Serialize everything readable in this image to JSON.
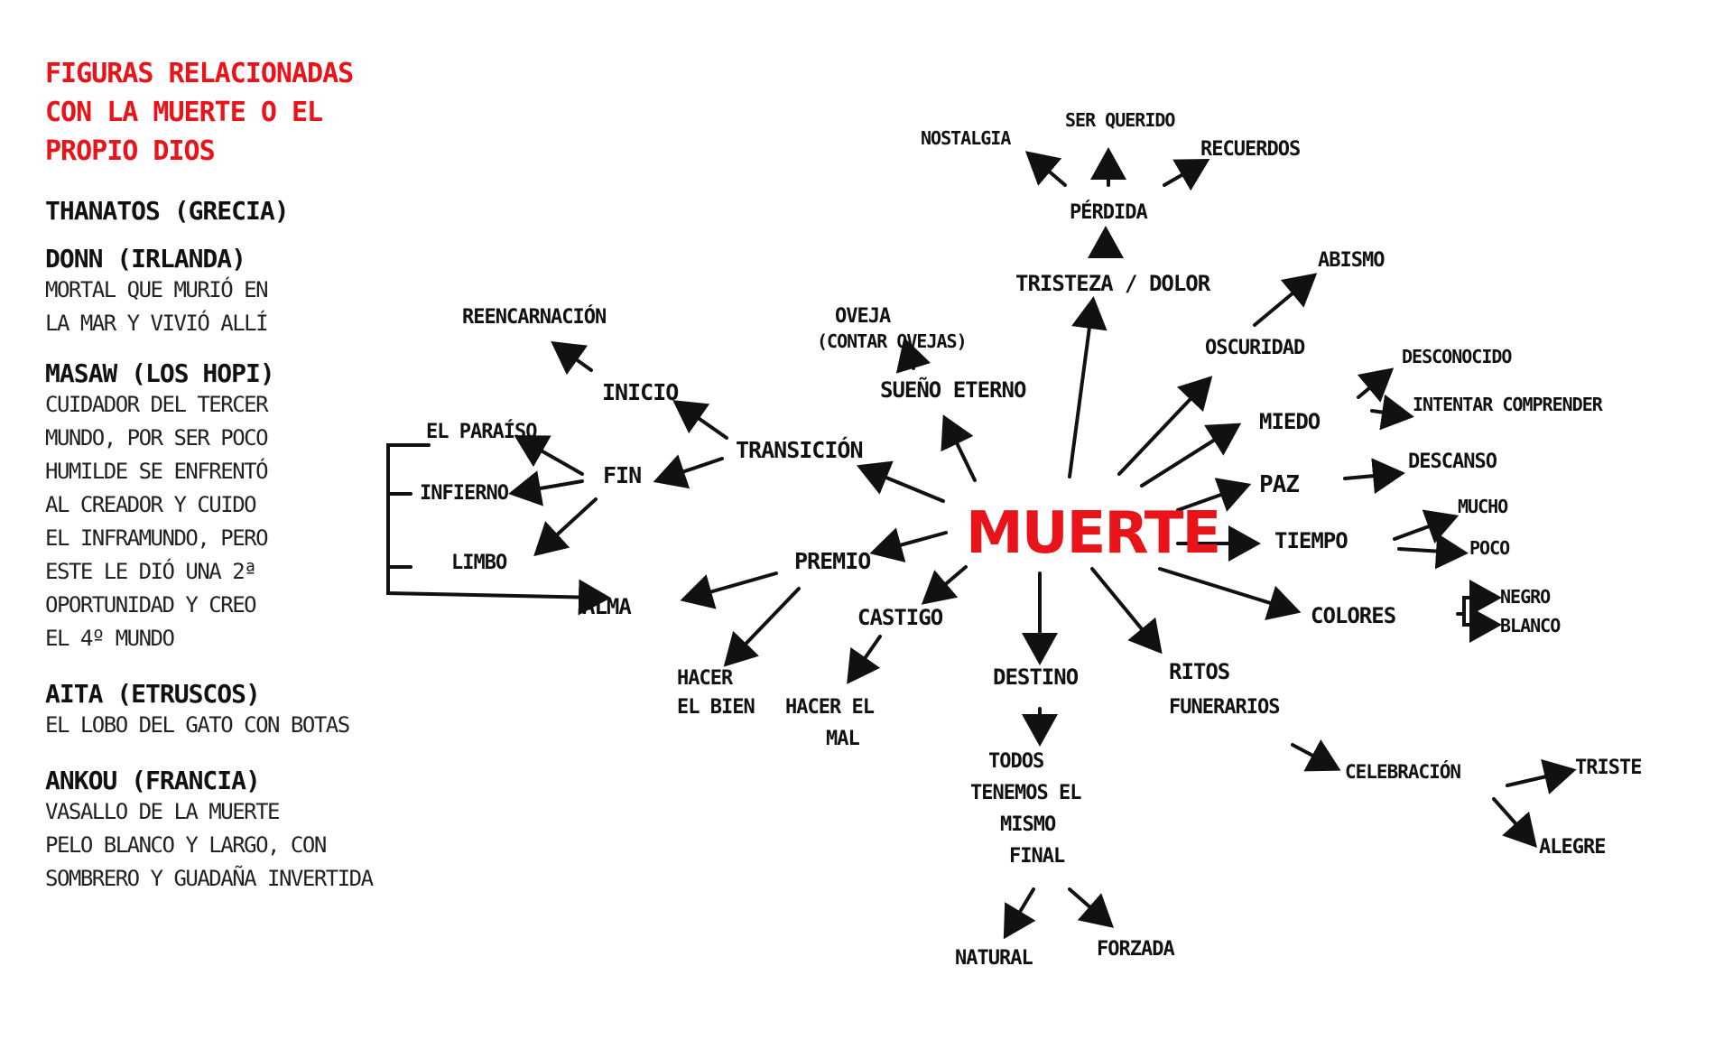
{
  "sidebar": {
    "heading": [
      "FIGURAS RELACIONADAS",
      "CON LA MUERTE O EL",
      "PROPIO DIOS"
    ],
    "figures": [
      {
        "name": "THANATOS (GRECIA)",
        "desc": []
      },
      {
        "name": "DONN (IRLANDA)",
        "desc": [
          "MORTAL QUE MURIÓ EN",
          "LA MAR Y VIVIÓ ALLÍ"
        ]
      },
      {
        "name": "MASAW (LOS HOPI)",
        "desc": [
          "CUIDADOR DEL TERCER",
          "MUNDO, POR SER POCO",
          "HUMILDE SE ENFRENTÓ",
          "AL CREADOR Y CUIDO",
          "EL INFRAMUNDO, PERO",
          "ESTE LE DIÓ UNA 2ª",
          "OPORTUNIDAD Y CREO",
          "EL 4º MUNDO"
        ]
      },
      {
        "name": "AITA (ETRUSCOS)",
        "desc": [
          "EL LOBO DEL GATO CON BOTAS"
        ]
      },
      {
        "name": "ANKOU (FRANCIA)",
        "desc": [
          "VASALLO DE LA MUERTE",
          "PELO BLANCO Y LARGO, CON",
          "SOMBRERO Y GUADAÑA INVERTIDA"
        ]
      }
    ]
  },
  "mindmap": {
    "center": "MUERTE",
    "nodes": {
      "transicion": "TRANSICIÓN",
      "inicio": "INICIO",
      "reencarnacion": "REENCARNACIÓN",
      "fin": "FIN",
      "paraiso": "EL PARAÍSO",
      "infierno": "INFIERNO",
      "limbo": "LIMBO",
      "premio": "PREMIO",
      "alma": "ALMA",
      "hacer_bien_1": "HACER",
      "hacer_bien_2": "EL BIEN",
      "castigo": "CASTIGO",
      "hacer_mal_1": "HACER EL",
      "hacer_mal_2": "MAL",
      "sueno": "SUEÑO ETERNO",
      "oveja_1": "OVEJA",
      "oveja_2": "(CONTAR OVEJAS)",
      "tristeza": "TRISTEZA / DOLOR",
      "perdida": "PÉRDIDA",
      "nostalgia": "NOSTALGIA",
      "ser_querido": "SER QUERIDO",
      "recuerdos": "RECUERDOS",
      "oscuridad": "OSCURIDAD",
      "abismo": "ABISMO",
      "miedo": "MIEDO",
      "desconocido": "DESCONOCIDO",
      "intentar": "INTENTAR COMPRENDER",
      "paz": "PAZ",
      "descanso": "DESCANSO",
      "tiempo": "TIEMPO",
      "mucho": "MUCHO",
      "poco": "POCO",
      "colores": "COLORES",
      "negro": "NEGRO",
      "blanco": "BLANCO",
      "destino": "DESTINO",
      "final_1": "TODOS",
      "final_2": "TENEMOS EL",
      "final_3": "MISMO",
      "final_4": "FINAL",
      "natural": "NATURAL",
      "forzada": "FORZADA",
      "ritos_1": "RITOS",
      "ritos_2": "FUNERARIOS",
      "celebracion": "CELEBRACIÓN",
      "triste": "TRISTE",
      "alegre": "ALEGRE"
    }
  },
  "colors": {
    "accent": "#e8141a",
    "ink": "#111111"
  }
}
